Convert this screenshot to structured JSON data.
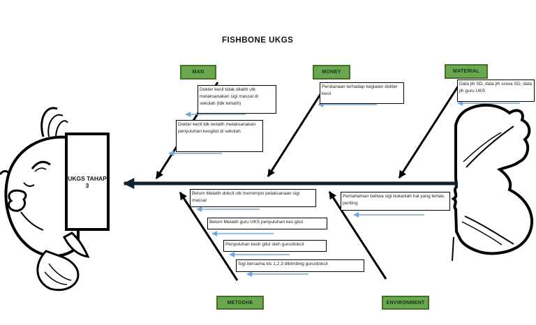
{
  "title": "FISHBONE UKGS",
  "head_box": {
    "line1": "UKGS TAHAP",
    "line2": "3"
  },
  "categories": {
    "man": "MAN",
    "money": "MONEY",
    "material": "MATERIAL",
    "metodhe": "METODHE",
    "environment": "ENVIRONMENT"
  },
  "causes": {
    "man": [
      "Dokter kecil tidak dilatih utk melaksanakan sigi massal di sekolah (tdk terlatih)",
      "Dokter kecil tdk terlatih melaksanakan penyuluhan kesgilut di sekolah"
    ],
    "money": [
      "Pendanaan terhadap kegiatan dokter kecil"
    ],
    "material": [
      "Data jlh SD, data jlh siswa SD, data jlh guru UKS"
    ],
    "metodhe": [
      "Belum Melatih dokcil utk memimpin pelaksanaan sigi massal",
      "Belum Melatih guru UKS penyuluhan kes gilut",
      "Penyuluhan kesh gilut oleh guru/dokcil",
      "Sigi bersama kls 1,2,3 dibimbing guru/dokcil"
    ],
    "environment": [
      "Pemahaman bahwa sigi bukanlah hal yang terlalu penting"
    ]
  },
  "colors": {
    "category_fill": "#6aa84f",
    "category_border": "#456f28",
    "blue_arrow": "#6fa8dc",
    "spine": "#141f30",
    "bone": "#000000"
  }
}
